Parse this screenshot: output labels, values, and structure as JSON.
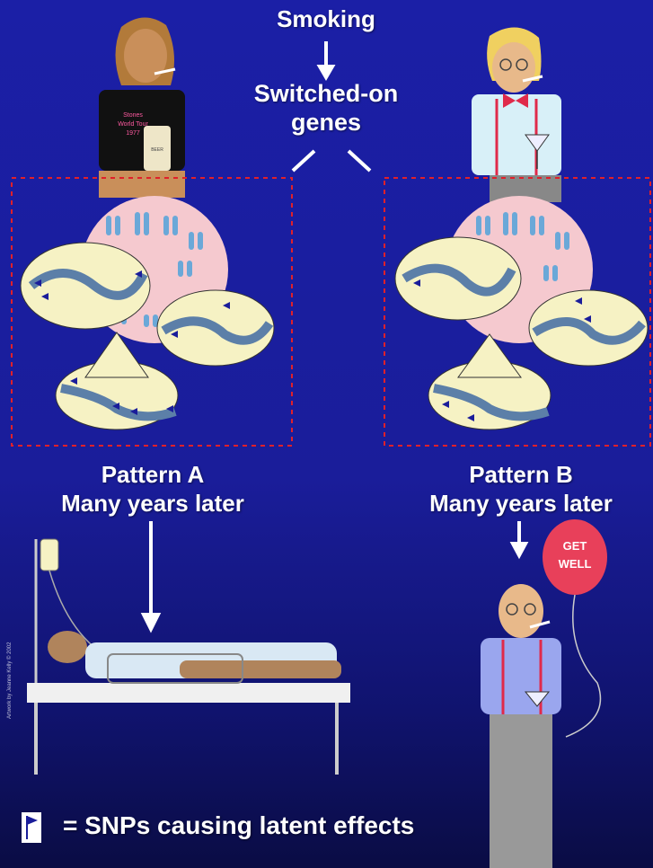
{
  "labels": {
    "smoking": "Smoking",
    "switched_on_line1": "Switched-on",
    "switched_on_line2": "genes",
    "pattern_a_line1": "Pattern A",
    "pattern_a_line2": "Many years later",
    "pattern_b_line1": "Pattern B",
    "pattern_b_line2": "Many years later",
    "legend_text": "= SNPs causing latent effects",
    "balloon_line1": "GET",
    "balloon_line2": "WELL",
    "shirt_line1": "Stones",
    "shirt_line2": "World Tour",
    "shirt_line3": "1977",
    "can_label": "BEER",
    "credit": "Artwork by Jeanne Kelly © 2002"
  },
  "colors": {
    "background": "#1a1d9a",
    "dashed_box": "#e0202a",
    "chromosome_bubble": "#f5c9cf",
    "dna_callout": "#f6f2c4",
    "snp_flag": "#1a1d9a"
  }
}
